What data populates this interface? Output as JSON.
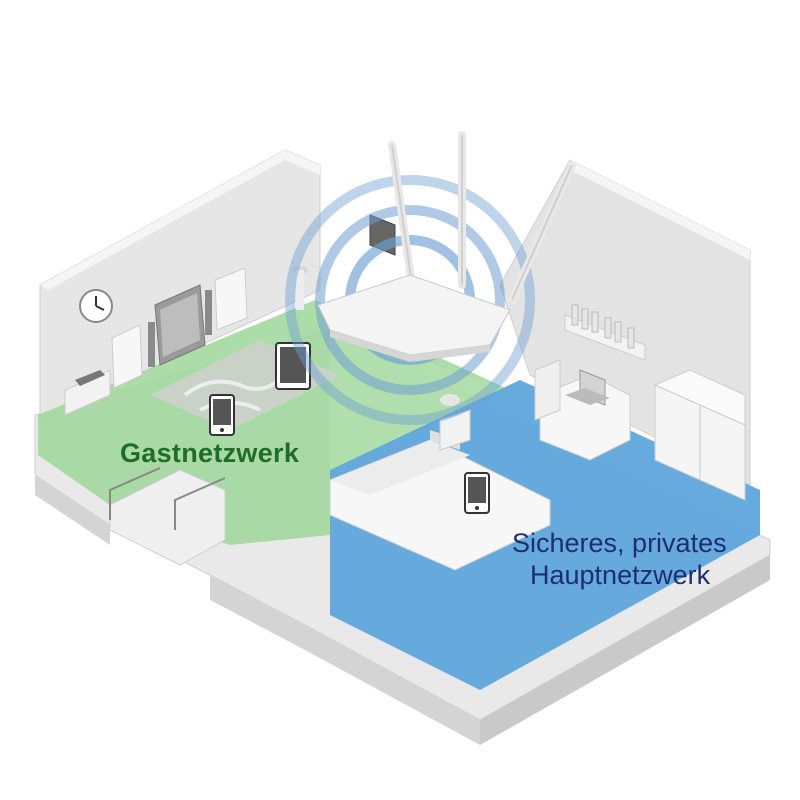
{
  "labels": {
    "guest_network": "Gastnetzwerk",
    "private_network_line1": "Sicheres, privates",
    "private_network_line2": "Hauptnetzwerk"
  },
  "colors": {
    "guest_zone": "#9ed79a",
    "guest_text": "#1e6e2a",
    "private_zone": "#5fa6dc",
    "private_text": "#1c2f6e",
    "wall": "#e4e4e4",
    "wall_top": "#f4f4f4",
    "floor_side": "#d6d6d6",
    "wifi_ring": "#6f9fd2"
  },
  "icons": [
    "router-icon",
    "wifi-signal-icon",
    "wall-clock-icon",
    "tablet-icon",
    "smartphone-icon",
    "laptop-icon",
    "tv-icon",
    "bed-icon",
    "wardrobe-icon",
    "bookshelf-icon",
    "lamp-icon",
    "stairs-icon"
  ]
}
